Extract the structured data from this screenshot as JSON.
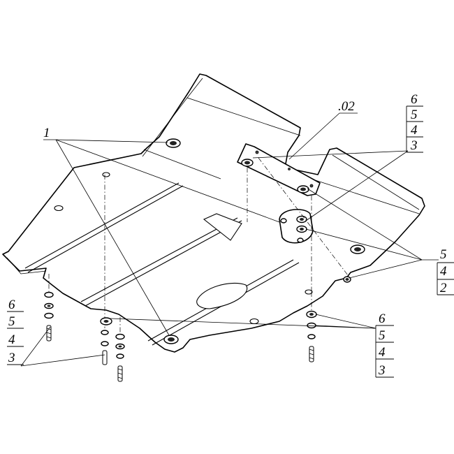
{
  "drawing": {
    "part_code": ".02",
    "callout_1": "1",
    "stack_left": [
      "6",
      "5",
      "4",
      "3"
    ],
    "stack_top_right": [
      "6",
      "5",
      "4",
      "3"
    ],
    "stack_right": [
      "5",
      "4",
      "2"
    ],
    "stack_bottom_right": [
      "6",
      "5",
      "4",
      "3"
    ]
  }
}
